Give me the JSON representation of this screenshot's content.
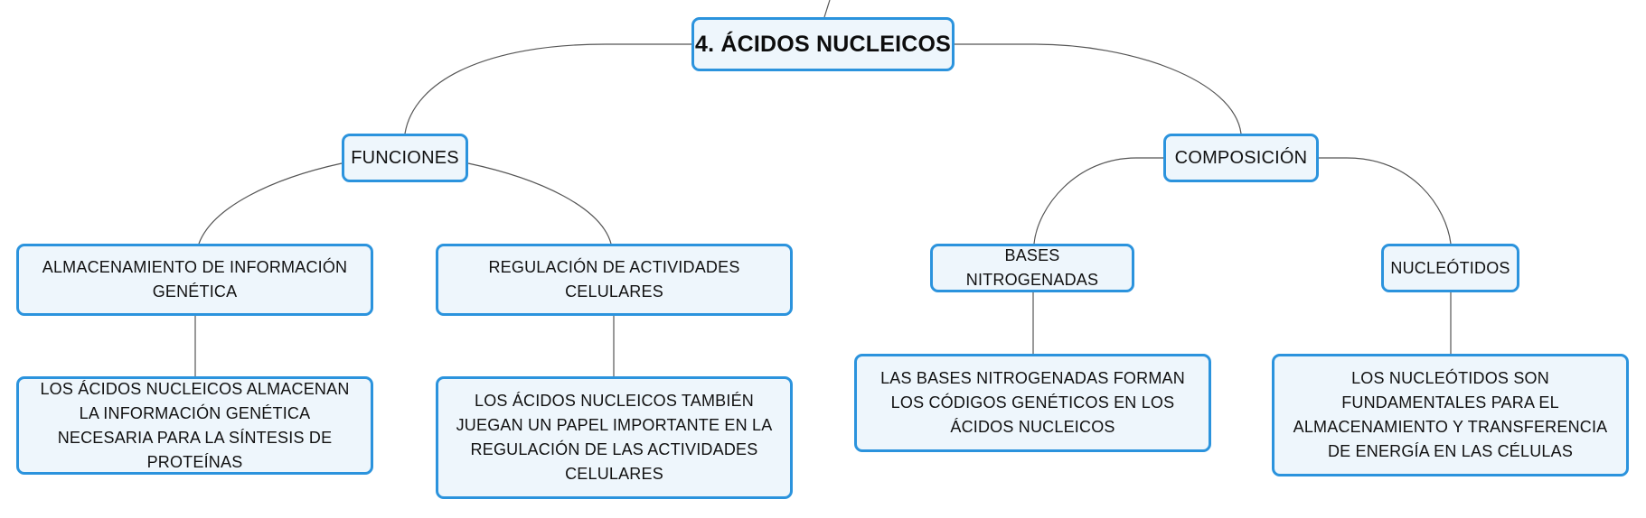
{
  "root": {
    "label": "4. ÁCIDOS NUCLEICOS"
  },
  "branches": {
    "funciones": {
      "label": "FUNCIONES",
      "children": [
        {
          "label": "ALMACENAMIENTO DE INFORMACIÓN GENÉTICA",
          "detail": "LOS ÁCIDOS NUCLEICOS ALMACENAN LA INFORMACIÓN GENÉTICA NECESARIA PARA LA SÍNTESIS DE PROTEÍNAS"
        },
        {
          "label": "REGULACIÓN DE ACTIVIDADES CELULARES",
          "detail": "LOS ÁCIDOS NUCLEICOS TAMBIÉN JUEGAN UN PAPEL IMPORTANTE EN LA REGULACIÓN DE LAS ACTIVIDADES CELULARES"
        }
      ]
    },
    "composicion": {
      "label": "COMPOSICIÓN",
      "children": [
        {
          "label": "BASES NITROGENADAS",
          "detail": "LAS BASES NITROGENADAS FORMAN LOS CÓDIGOS GENÉTICOS EN LOS ÁCIDOS NUCLEICOS"
        },
        {
          "label": "NUCLEÓTIDOS",
          "detail": "LOS NUCLEÓTIDOS SON FUNDAMENTALES PARA EL ALMACENAMIENTO Y TRANSFERENCIA DE ENERGÍA EN LAS CÉLULAS"
        }
      ]
    }
  },
  "colors": {
    "node_border": "#2b93dd",
    "node_fill": "#eef6fc",
    "connector": "#555555"
  }
}
